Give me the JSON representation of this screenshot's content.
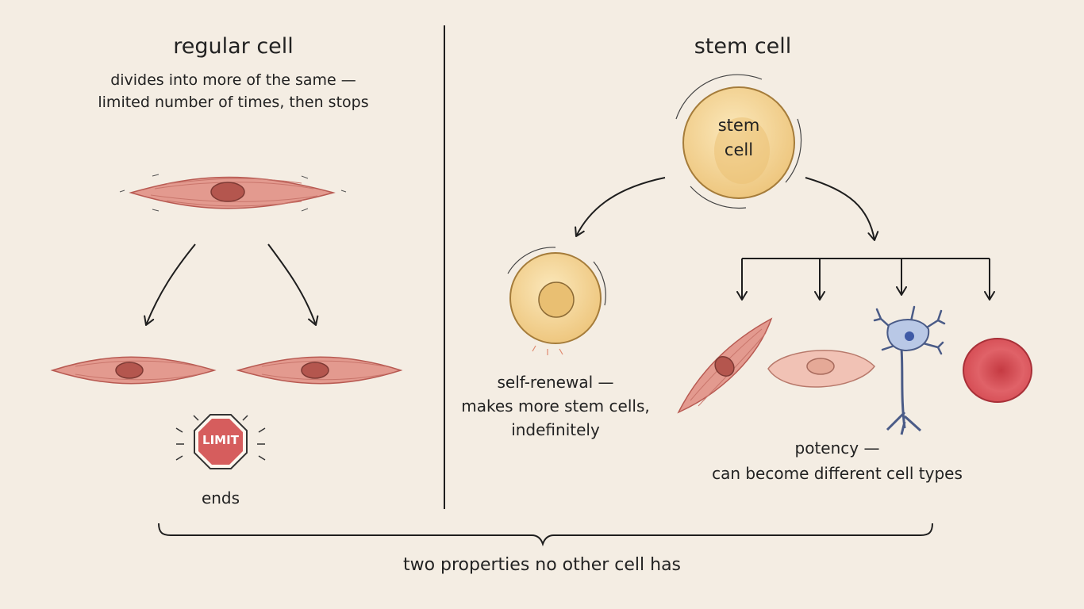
{
  "left": {
    "title": "regular cell",
    "subtitle_line1": "divides into more of the same —",
    "subtitle_line2": "limited number of times, then stops",
    "limit_sign": "LIMIT",
    "end_label": "ends"
  },
  "right": {
    "title": "stem cell",
    "stem_cell_line1": "stem",
    "stem_cell_line2": "cell",
    "self_renewal_line1": "self-renewal —",
    "self_renewal_line2": "makes more stem cells,",
    "self_renewal_line3": "indefinitely",
    "potency_line1": "potency —",
    "potency_line2": "can become different cell types"
  },
  "footer": "two properties no other cell has",
  "colors": {
    "background": "#f4ede3",
    "muscle_cell": "#e39a8f",
    "stem_cell": "#f3d594",
    "neuron": "#b9c8e6",
    "red_blood_cell": "#d9484f",
    "limit_sign": "#d65d5d",
    "ink": "#1e1e1e"
  }
}
